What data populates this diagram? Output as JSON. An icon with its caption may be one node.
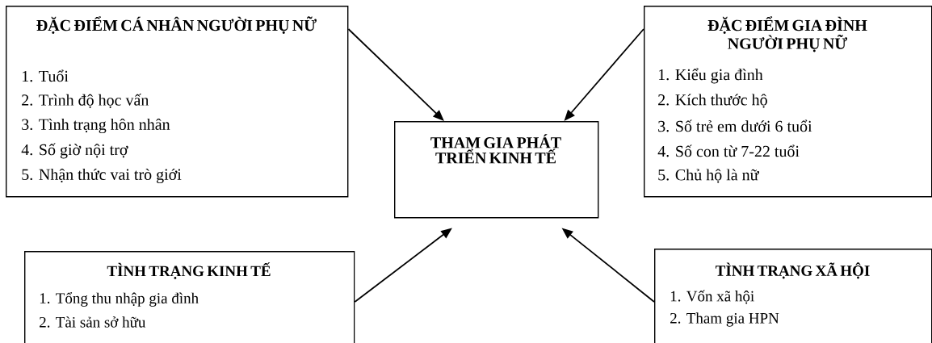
{
  "diagram": {
    "nodes": [
      {
        "text": [
          "ĐẶC ĐIỂM CÁ NHÂN NGƯỜI PHỤ NỮ",
          "1. Tuổi",
          "2. Trình độ học vấn",
          "3. Tình trạng hôn nhân",
          "4. Số giờ nội trợ",
          "5. Nhận thức vai trò giới"
        ]
      },
      {
        "text": [
          "ĐẶC ĐIỂM GIA ĐÌNH NGƯỜI PHỤ NỮ",
          "1. Kiểu gia đình",
          "2. Kích thước hộ",
          "3. Số trẻ em dưới 6 tuổi",
          "4. Số con từ 7-22 tuổi",
          "5. Chủ hộ là nữ"
        ]
      },
      {
        "text": [
          "THAM GIA PHÁT TRIỂN KINH TẾ"
        ]
      },
      {
        "text": [
          "TÌNH TRẠNG KINH TẾ",
          "1. Tổng thu nhập gia đình",
          "2. Tài sản sở hữu"
        ]
      },
      {
        "text": [
          "TÌNH TRẠNG XÃ HỘI",
          "1. Vốn xã hội",
          "2. Tham gia HPN"
        ]
      }
    ],
    "edges": [
      {
        "from": 0,
        "to": 2,
        "arrow": "to"
      },
      {
        "from": 1,
        "to": 2,
        "arrow": "to"
      },
      {
        "from": 3,
        "to": 2,
        "arrow": "to"
      },
      {
        "from": 4,
        "to": 2,
        "arrow": "to"
      }
    ]
  }
}
